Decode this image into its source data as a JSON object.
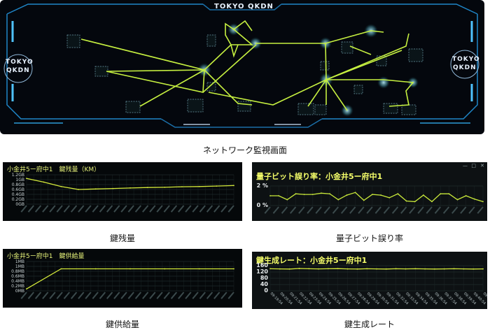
{
  "network": {
    "top_title": "TOKYO QKDN",
    "left_logo": [
      "TOKYO",
      "QKDN"
    ],
    "right_logo": [
      "TOKYO",
      "QKDN"
    ],
    "caption": "ネットワーク監視画面"
  },
  "panels": [
    {
      "id": "key-remaining",
      "title": "小金井5ー府中1　鍵残量（KM）",
      "caption": "鍵残量",
      "chart_data": {
        "type": "line",
        "y_ticks": [
          "1.2GB",
          "1GB",
          "0.8GB",
          "0.6GB",
          "0.4GB",
          "0.2GB",
          "0GB"
        ],
        "ylim": [
          0,
          1.2
        ],
        "x_count": 30,
        "series": [
          {
            "values": [
              1.05,
              0.9,
              0.72,
              0.6,
              0.62,
              0.64,
              0.66,
              0.68,
              0.69,
              0.71,
              0.72,
              0.74,
              0.76
            ]
          }
        ],
        "color": "#d4e93a"
      }
    },
    {
      "id": "qber",
      "title": "量子ビット誤り率：小金井5ー府中1",
      "caption": "量子ビット誤り率",
      "chart_data": {
        "type": "line",
        "y_ticks": [
          "2 %",
          "0 %"
        ],
        "ylim": [
          0,
          3
        ],
        "series": [
          {
            "values": [
              1.5,
              1.5,
              0.9,
              1.8,
              1.7,
              1.7,
              1.9,
              1.8,
              0.9,
              1.6,
              2.0,
              0.8,
              1.7,
              1.6,
              1.2,
              1.8,
              0.7,
              0.6,
              1.6,
              0.6,
              1.8,
              1.8,
              0.9,
              1.5,
              1.0,
              0.6
            ]
          }
        ],
        "color": "#c8e83a"
      }
    },
    {
      "id": "key-supply",
      "title": "小金井5ー府中1　鍵供給量",
      "caption": "鍵供給量",
      "chart_data": {
        "type": "line",
        "y_ticks": [
          "1MB",
          "1MB",
          "0.8MB",
          "0.6MB",
          "0.4MB",
          "0.2MB",
          "0MB"
        ],
        "ylim": [
          0,
          1.2
        ],
        "x_count": 30,
        "series": [
          {
            "values": [
              0.08,
              0.9,
              0.9,
              0.9,
              0.9,
              0.9,
              0.9
            ]
          }
        ],
        "color": "#d4e93a"
      }
    },
    {
      "id": "key-rate",
      "title": "鍵生成レート：小金井5ー府中1",
      "caption": "鍵生成レート",
      "chart_data": {
        "type": "line",
        "y_ticks": [
          "160",
          "120",
          "80",
          "40",
          "0"
        ],
        "ylim": [
          0,
          180
        ],
        "x_ticks": [
          "09:19:54",
          "09:20:54",
          "09:21:54",
          "09:22:54",
          "09:23:54",
          "09:24:54",
          "09:25:54",
          "09:26:54",
          "09:27:54",
          "09:28:54",
          "09:29:54",
          "09:30:54",
          "09:31:54",
          "09:32:54",
          "09:33:54",
          "09:34:54",
          "09:35:54",
          "09:36:54",
          "09:37:54",
          "09:38:54",
          "09:39:54",
          "09:40:54",
          "09:41:54"
        ],
        "series": [
          {
            "values": [
              158,
              157,
              156,
              160,
              158,
              157,
              158,
              159,
              157,
              156,
              158,
              157,
              156,
              158,
              157,
              158,
              157,
              156,
              157,
              158,
              157,
              156,
              157
            ]
          }
        ],
        "color": "#d4e93a"
      }
    }
  ]
}
